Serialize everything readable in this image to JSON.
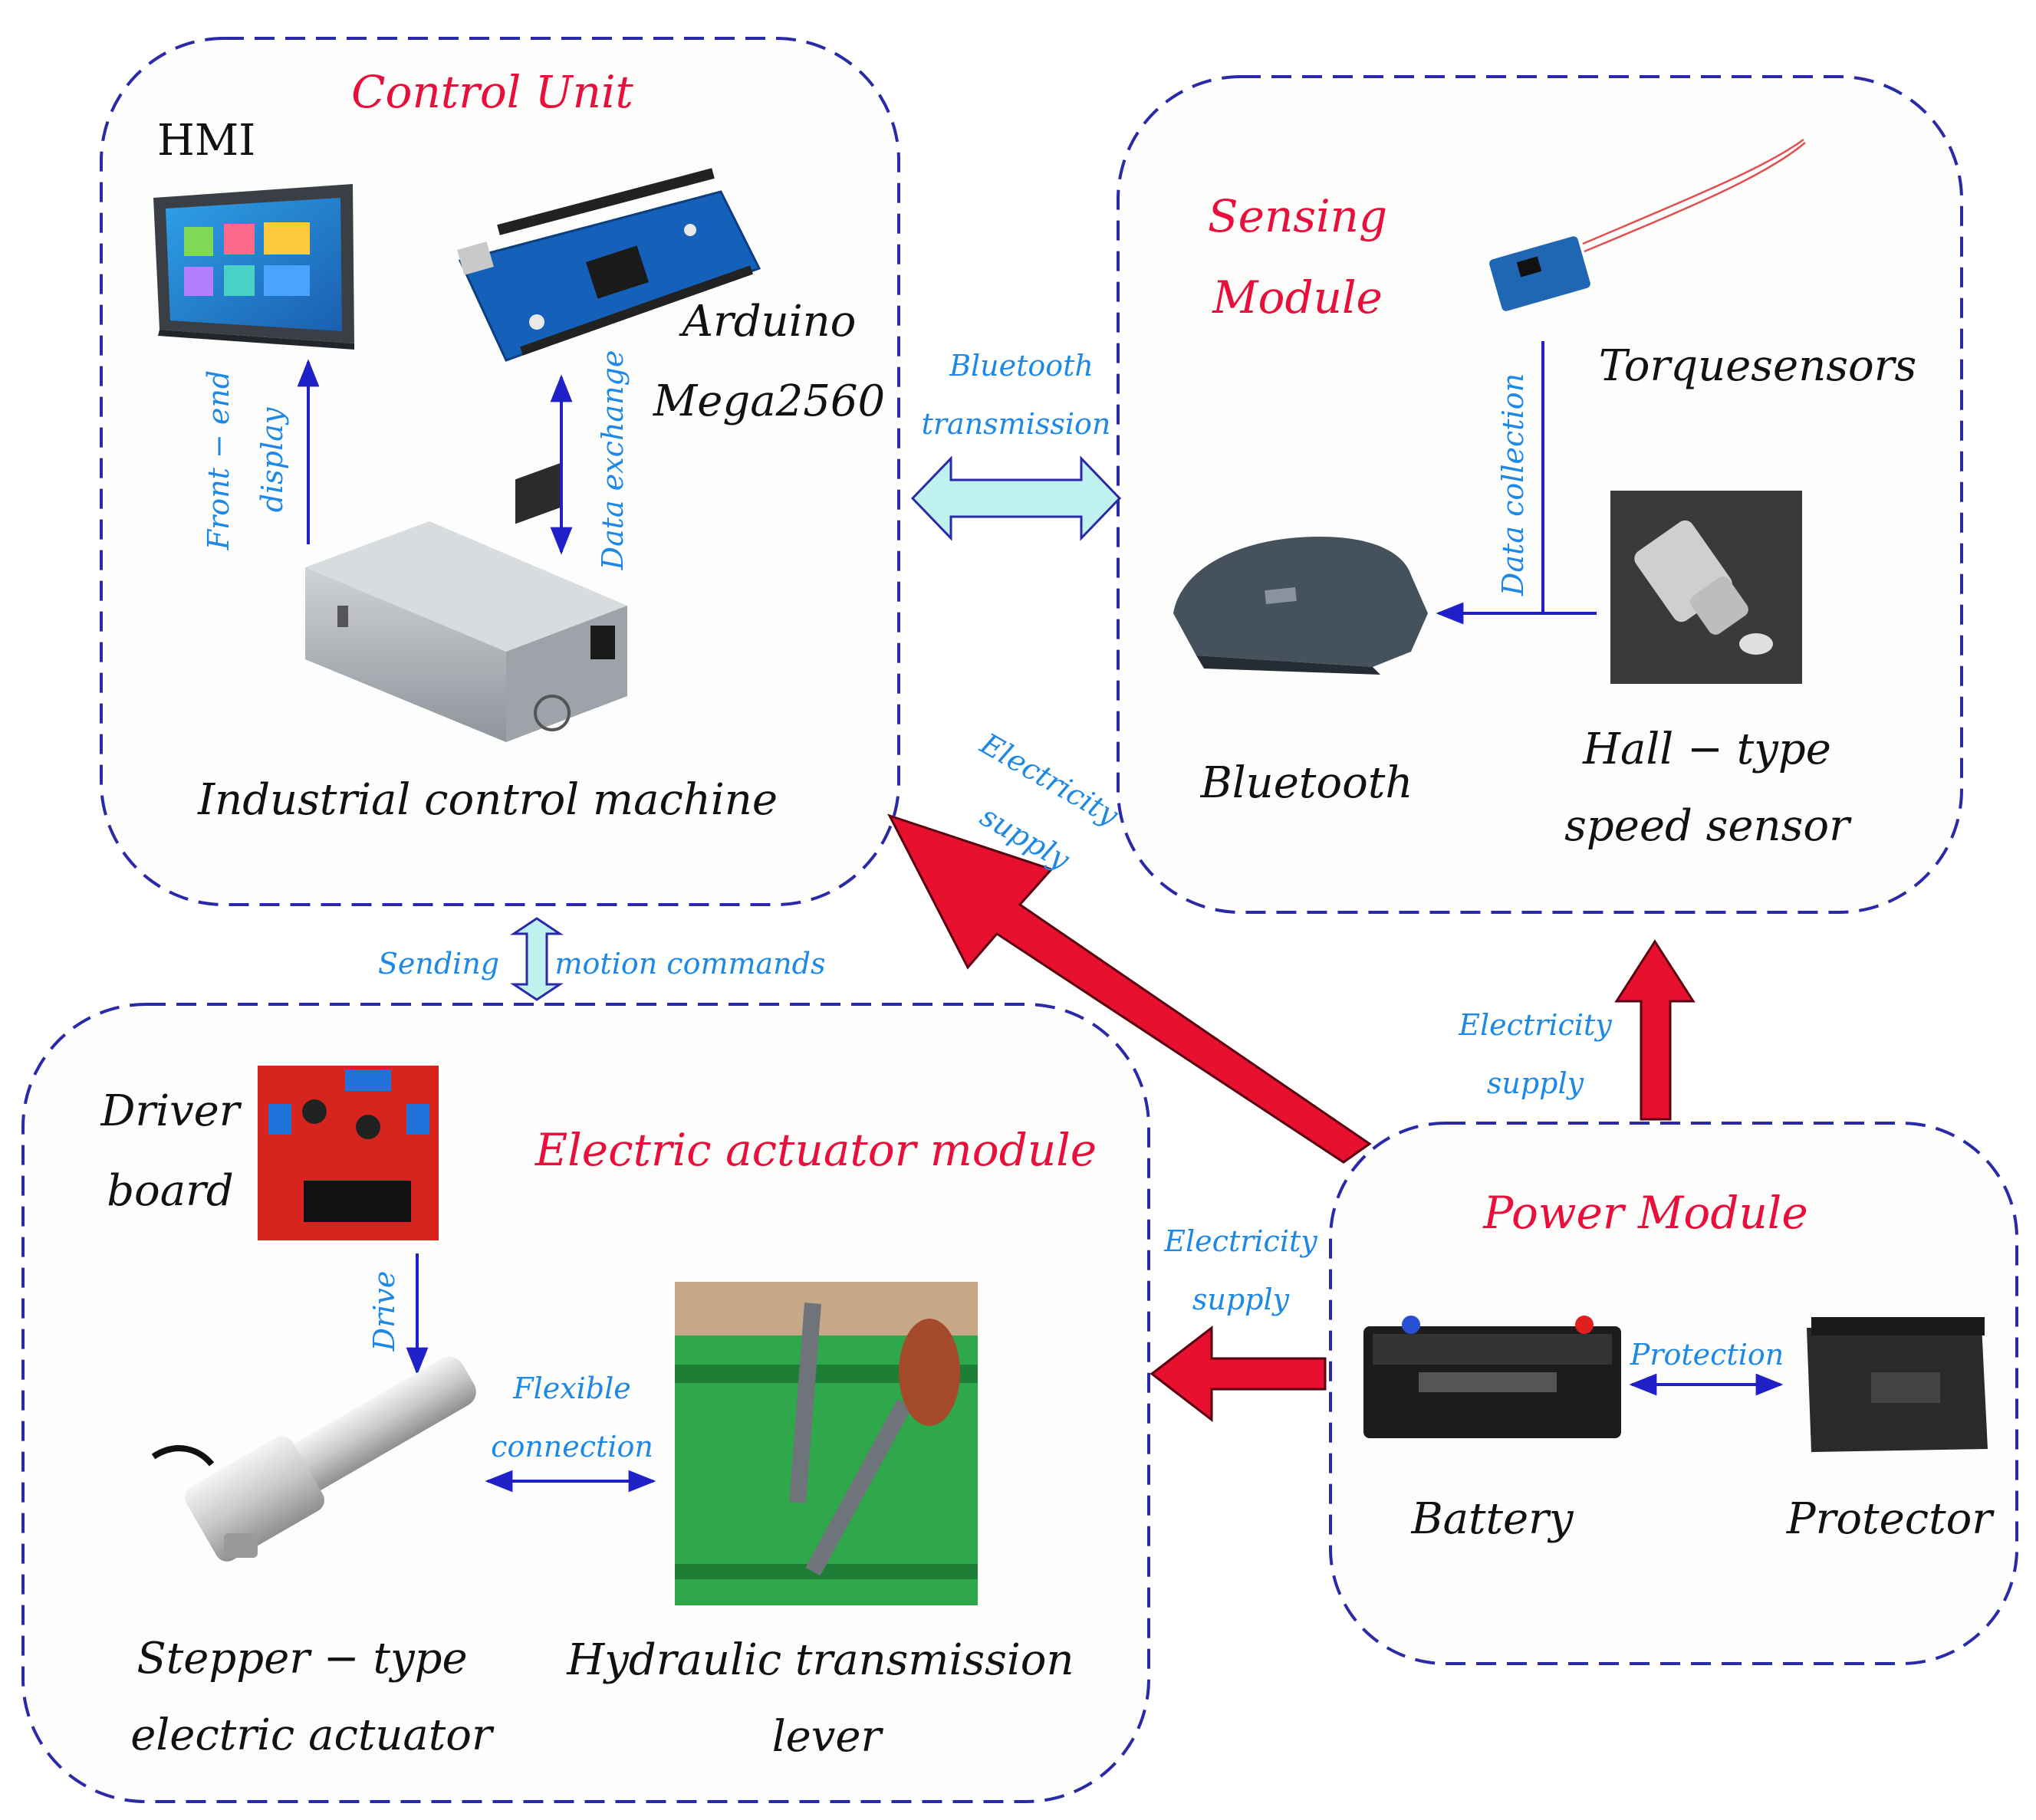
{
  "modules": {
    "control_unit": {
      "title": "Control Unit",
      "hmi": "HMI",
      "arduino_line1": "Arduino",
      "arduino_line2": "Mega2560",
      "industrial": "Industrial control machine",
      "front_end_line1": "Front − end",
      "front_end_line2": "display",
      "data_exchange": "Data exchange"
    },
    "sensing_module": {
      "title_line1": "Sensing",
      "title_line2": "Module",
      "torque": "Torquesensors",
      "bluetooth": "Bluetooth",
      "hall_line1": "Hall − type",
      "hall_line2": "speed sensor",
      "data_collection": "Data collection"
    },
    "actuator_module": {
      "title": "Electric actuator module",
      "driver_line1": "Driver",
      "driver_line2": "board",
      "drive": "Drive",
      "flexible_line1": "Flexible",
      "flexible_line2": "connection",
      "stepper_line1": "Stepper − type",
      "stepper_line2": "electric actuator",
      "hydraulic_line1": "Hydraulic transmission",
      "hydraulic_line2": "lever"
    },
    "power_module": {
      "title": "Power Module",
      "battery": "Battery",
      "protector": "Protector",
      "protection": "Protection"
    }
  },
  "connections": {
    "bluetooth_line1": "Bluetooth",
    "bluetooth_line2": "transmission",
    "sending_left": "Sending",
    "sending_right": "motion commands",
    "supply_control_line1": "Electricity",
    "supply_control_line2": "supply",
    "supply_sensing_line1": "Electricity",
    "supply_sensing_line2": "supply",
    "supply_actuator_line1": "Electricity",
    "supply_actuator_line2": "supply"
  },
  "colors": {
    "module_border": "#2a2aa8",
    "title": "#e8103a",
    "edge_label": "#1e88e5",
    "power_arrow": "#e8102f",
    "data_arrow": "#2020c8",
    "bluetooth_arrow": "#bff2ef"
  },
  "icons": [
    "hmi-screen-icon",
    "arduino-board-icon",
    "industrial-pc-icon",
    "torque-sensor-icon",
    "bluetooth-module-icon",
    "hall-sensor-icon",
    "driver-board-icon",
    "linear-actuator-icon",
    "hydraulic-lever-icon",
    "battery-icon",
    "protector-icon"
  ]
}
